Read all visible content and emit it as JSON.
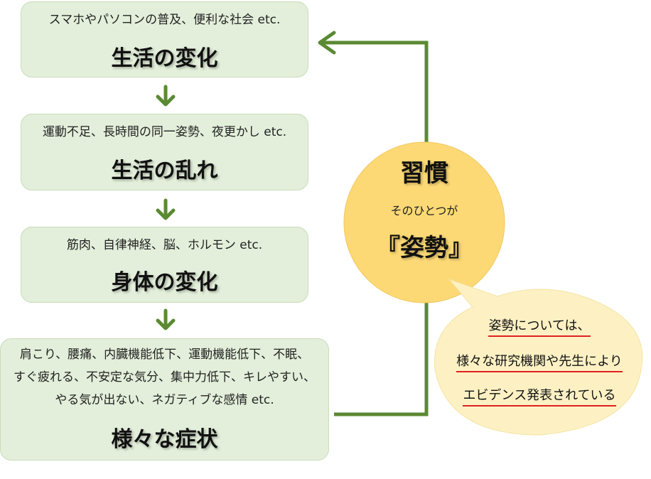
{
  "flow": [
    {
      "sub": "スマホやパソコンの普及、便利な社会 etc.",
      "title": "生活の変化"
    },
    {
      "sub": "運動不足、長時間の同一姿勢、夜更かし etc.",
      "title": "生活の乱れ"
    },
    {
      "sub": "筋肉、自律神経、脳、ホルモン etc.",
      "title": "身体の変化"
    },
    {
      "sub_lines": [
        "肩こり、腰痛、内臓機能低下、運動機能低下、不眠、",
        "すぐ疲れる、不安定な気分、集中力低下、キレやすい、",
        "やる気が出ない、ネガティブな感情 etc."
      ],
      "title": "様々な症状"
    }
  ],
  "circle": {
    "title": "習慣",
    "subtitle": "そのひとつが",
    "highlight": "『姿勢』"
  },
  "bubble": {
    "lines": [
      "姿勢については、",
      "様々な研究機関や先生により",
      "エビデンス発表されている"
    ]
  },
  "colors": {
    "box_fill": "#e3efda",
    "arrow": "#5a8a32",
    "circle_fill": "#fcd975",
    "bubble_fill": "#fdf1c4",
    "underline": "#e02020"
  }
}
